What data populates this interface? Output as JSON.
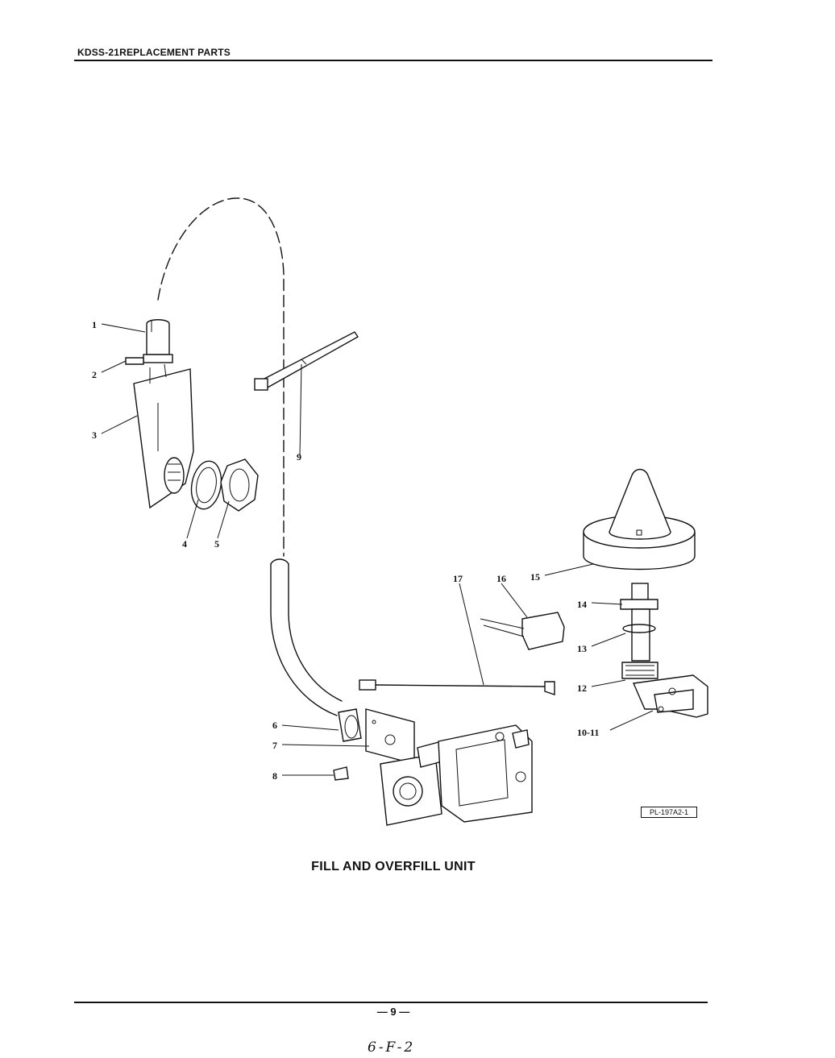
{
  "header": {
    "title": "KDSS-21REPLACEMENT PARTS"
  },
  "diagram": {
    "callouts": [
      "1",
      "2",
      "3",
      "4",
      "5",
      "6",
      "7",
      "8",
      "9",
      "10-11",
      "12",
      "13",
      "14",
      "15",
      "16",
      "17"
    ],
    "figure_code": "PL-197A2-1",
    "caption": "FILL AND OVERFILL UNIT"
  },
  "footer": {
    "page_number": "— 9 —",
    "handwritten_note": "6-F-2"
  }
}
